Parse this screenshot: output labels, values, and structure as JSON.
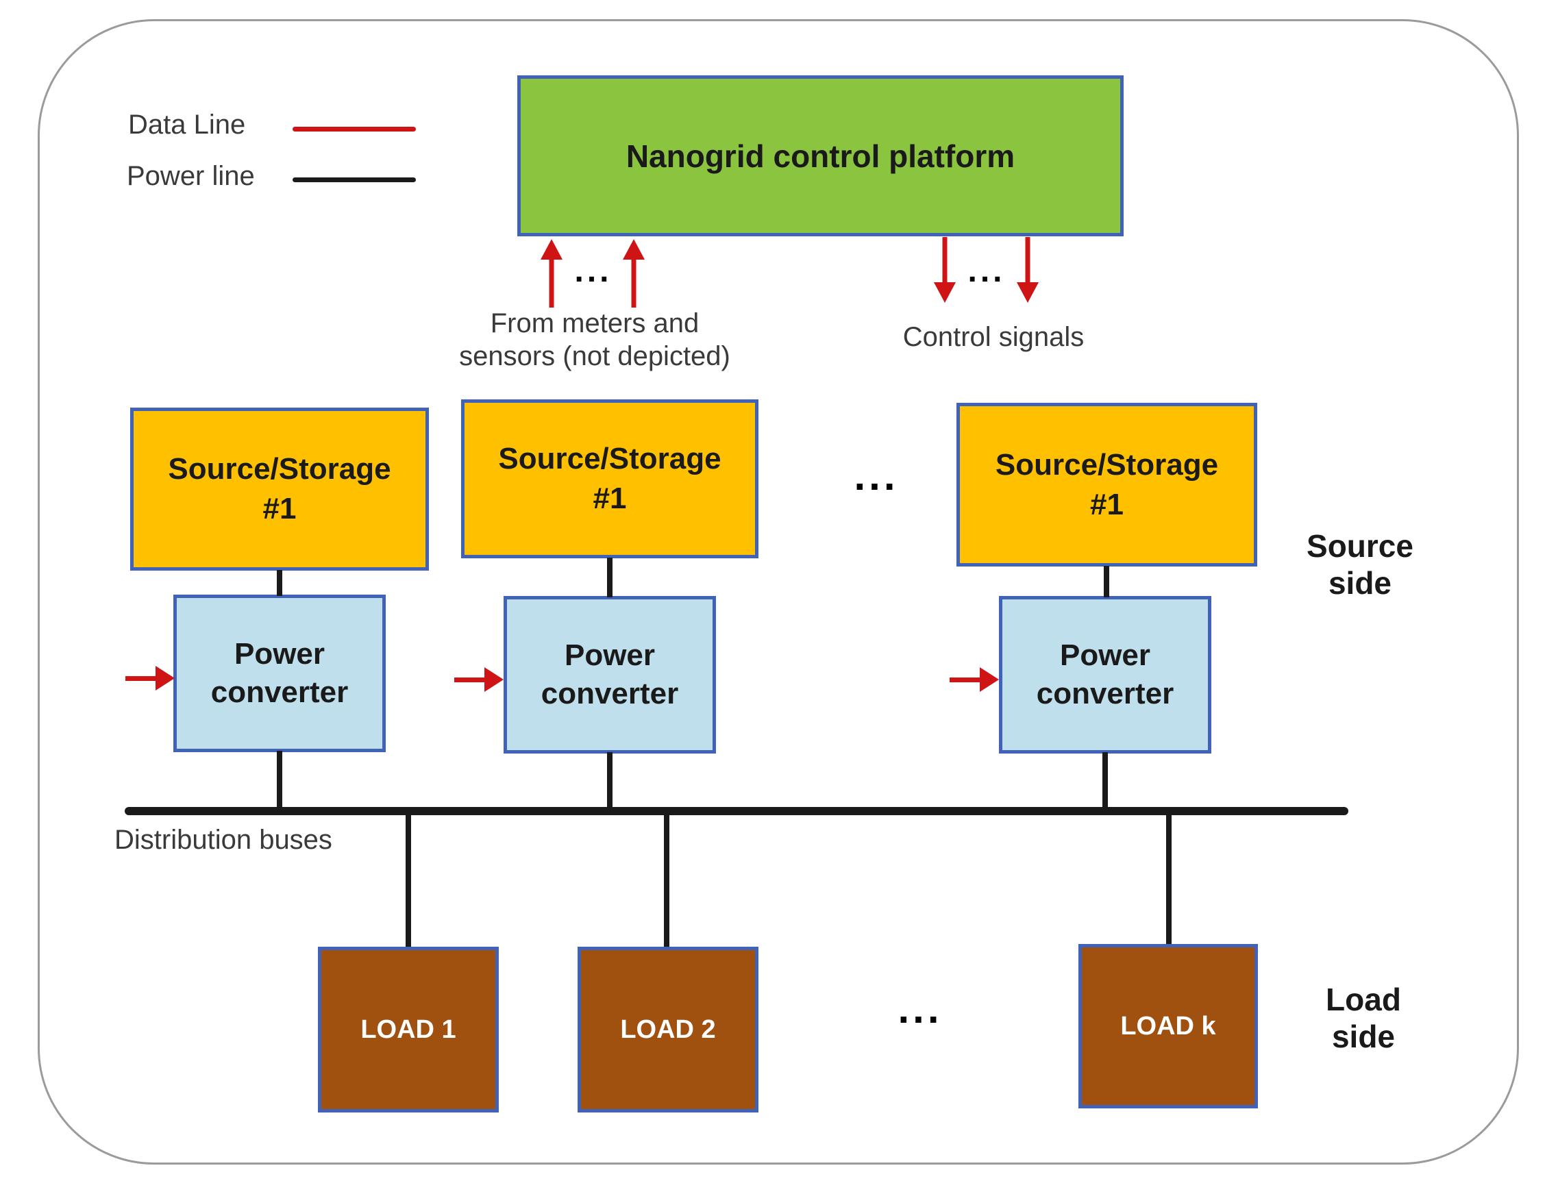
{
  "legend": {
    "data_line_label": "Data Line",
    "power_line_label": "Power line"
  },
  "platform": {
    "label": "Nanogrid control platform"
  },
  "annotations": {
    "from_meters_line1": "From meters and",
    "from_meters_line2": "sensors (not depicted)",
    "control_signals": "Control signals",
    "ellipsis": "..."
  },
  "sources": [
    {
      "line1": "Source/Storage",
      "line2": "#1"
    },
    {
      "line1": "Source/Storage",
      "line2": "#1"
    },
    {
      "line1": "Source/Storage",
      "line2": "#1"
    }
  ],
  "converters": [
    {
      "line1": "Power",
      "line2": "converter"
    },
    {
      "line1": "Power",
      "line2": "converter"
    },
    {
      "line1": "Power",
      "line2": "converter"
    }
  ],
  "loads": [
    {
      "label": "LOAD 1"
    },
    {
      "label": "LOAD 2"
    },
    {
      "label": "LOAD k"
    }
  ],
  "bus_label": "Distribution buses",
  "side_labels": {
    "source_line1": "Source",
    "source_line2": "side",
    "load_line1": "Load",
    "load_line2": "side"
  },
  "colors": {
    "platform_fill": "#8BC53F",
    "source_fill": "#FFC000",
    "converter_fill": "#BFDFEC",
    "load_fill": "#A0500F",
    "data_line_red": "#CE1414",
    "power_line_black": "#1A1A1A",
    "box_border_blue": "#4062B8",
    "frame_gray": "#9B9B9B"
  }
}
